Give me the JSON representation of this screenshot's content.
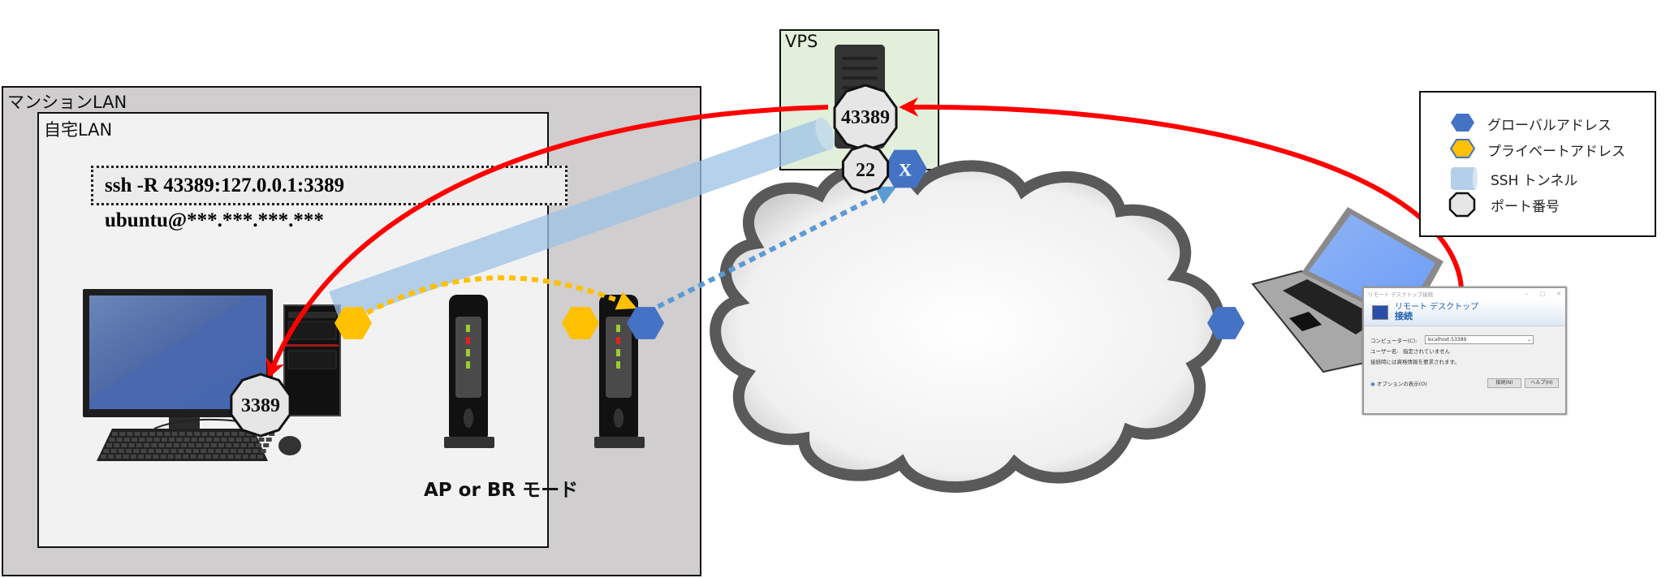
{
  "zones": {
    "mansion_lan": "マンションLAN",
    "home_lan": "自宅LAN",
    "vps": "VPS"
  },
  "ssh_command": "ssh -R 43389:127.0.0.1:3389 ubuntu@***.***.***.***",
  "ports": {
    "vps_forward": "43389",
    "vps_ssh": "22",
    "pc_rdp": "3389"
  },
  "vps_global_hex_label": "X",
  "router_label": "AP or BR モード",
  "legend": {
    "items": [
      {
        "label": "グローバルアドレス",
        "icon": "blue-hexagon"
      },
      {
        "label": "プライベートアドレス",
        "icon": "orange-hexagon"
      },
      {
        "label": "SSH トンネル",
        "icon": "light-blue-cylinder"
      },
      {
        "label": "ポート番号",
        "icon": "gray-octagon"
      }
    ]
  },
  "rdp_dialog": {
    "window_title": "リモート デスクトップ接続",
    "heading_line1": "リモート デスクトップ",
    "heading_line2": "接続",
    "computer_label": "コンピューター(C):",
    "computer_value": "localhost:53389",
    "user_label": "ユーザー名:",
    "user_value": "指定されていません",
    "info": "接続時には資格情報を要求されます。",
    "options": "オプションの表示(O)",
    "connect": "接続(N)",
    "help": "ヘルプ(H)"
  },
  "colors": {
    "global_address": "#4472c4",
    "private_address": "#ffc000",
    "ssh_tunnel": "#9dc3e6",
    "rdp_path": "#ff0000",
    "port_fill": "#e6e6e6",
    "mansion_bg": "#d0cece",
    "home_bg": "#f2f2f2",
    "vps_bg": "#e2efda"
  }
}
